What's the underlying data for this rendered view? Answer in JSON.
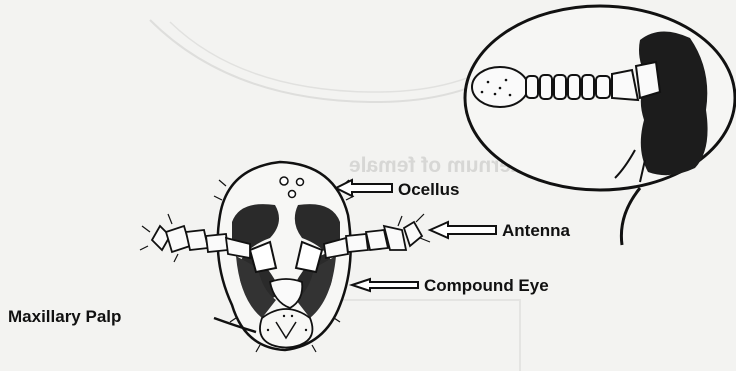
{
  "labels": {
    "ocellus": "Ocellus",
    "antenna": "Antenna",
    "compound_eye": "Compound Eye",
    "maxillary_palp": "Maxillary Palp"
  },
  "bleed_through": {
    "caption_mirrored": "(b) Seventh sternum of female"
  },
  "colors": {
    "paper": "#f3f3f1",
    "ink": "#111111",
    "bleed": "#d7d7d5"
  }
}
